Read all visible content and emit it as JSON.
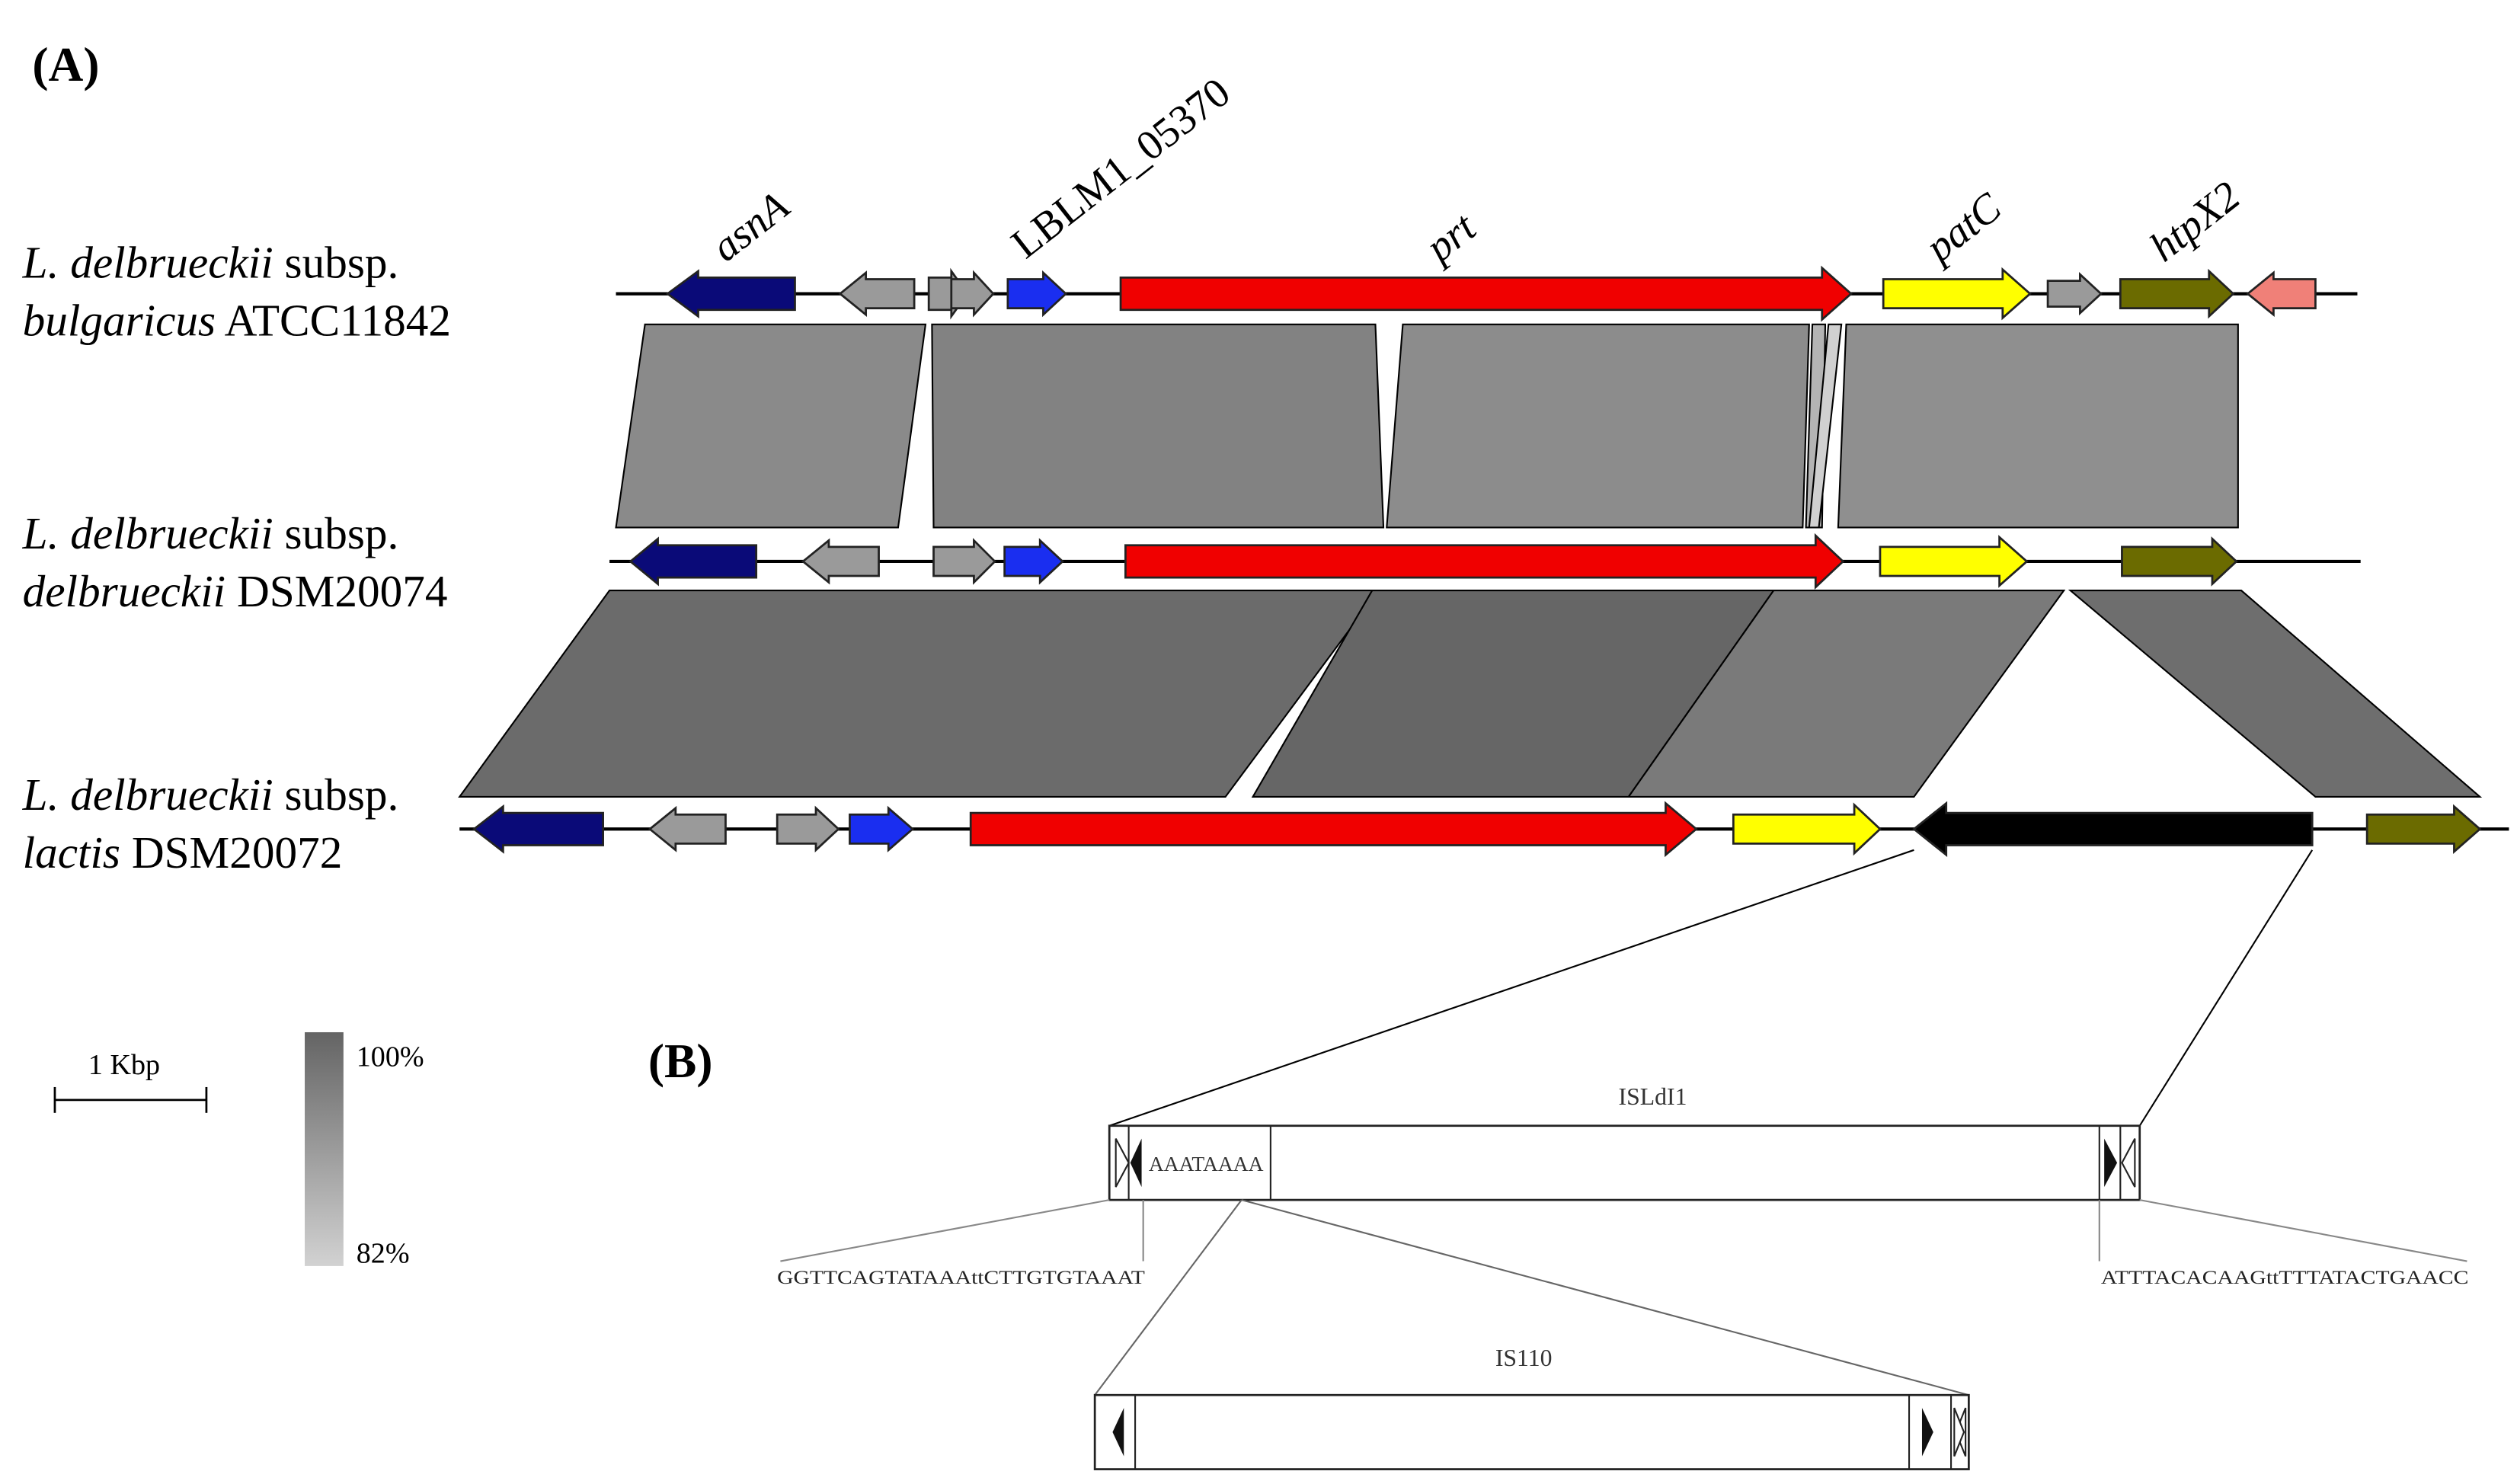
{
  "panel_labels": {
    "a": "(A)",
    "b": "(B)"
  },
  "strains": [
    {
      "line1_italic": "L. delbrueckii",
      "line1_rest": " subsp.",
      "line2_italic": "bulgaricus",
      "line2_rest": " ATCC11842"
    },
    {
      "line1_italic": "L. delbrueckii",
      "line1_rest": " subsp.",
      "line2_italic": "delbrueckii",
      "line2_rest": " DSM20074"
    },
    {
      "line1_italic": "L. delbrueckii",
      "line1_rest": " subsp.",
      "line2_italic": "lactis",
      "line2_rest": " DSM20072"
    }
  ],
  "gene_labels": [
    "asnA",
    "LBLM1_05370",
    "prt",
    "patC",
    "htpX2"
  ],
  "scale_bar": {
    "label": "1 Kbp"
  },
  "identity_legend": {
    "max": "100%",
    "min": "82%"
  },
  "insertion": {
    "element_name": "ISLdI1",
    "inner_sequence": "AAATAAAA",
    "left_flank": "GGTTCAGTATAAAttCTTGTGTAAAT",
    "right_flank": "ATTTACACAAGttTTTATACTGAACC",
    "sub_element_name": "IS110"
  },
  "colors": {
    "asnA": "#0a0a78",
    "hypothetical": "#9a9a9a",
    "LBLM1_05370": "#1a2ef0",
    "prt": "#f00000",
    "patC": "#ffff00",
    "htpX2": "#6b6b00",
    "pink": "#f08078",
    "is_element": "#000000",
    "identity_high": "#646464",
    "identity_low": "#cfcfcf"
  }
}
